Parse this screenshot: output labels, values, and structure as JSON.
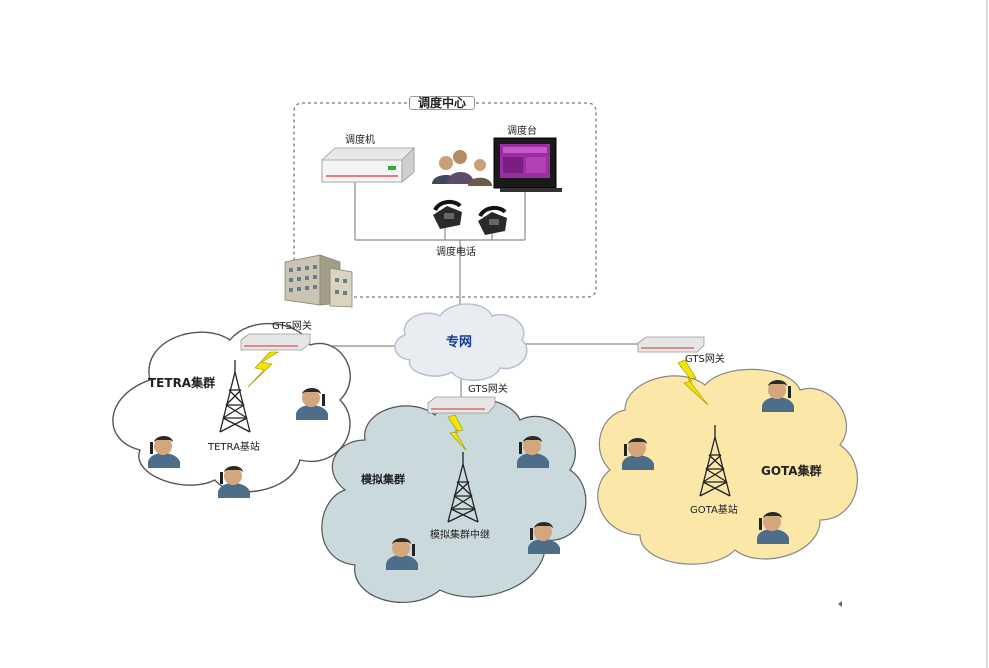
{
  "dispatch_center": {
    "title": "调度中心",
    "dispatcher_label": "调度机",
    "console_label": "调度台",
    "phone_label": "调度电话"
  },
  "network": {
    "private_net_label": "专网"
  },
  "gateways": {
    "left": "GTS网关",
    "middle": "GTS网关",
    "right": "GTS网关"
  },
  "clusters": {
    "tetra": {
      "name": "TETRA集群",
      "base_station": "TETRA基站"
    },
    "analog": {
      "name": "模拟集群",
      "base_station": "模拟集群中继"
    },
    "gota": {
      "name": "GOTA集群",
      "base_station": "GOTA基站"
    }
  },
  "colors": {
    "tetra_cloud": "#ffffff",
    "analog_cloud": "#c9d9dc",
    "gota_cloud": "#fbe7a8",
    "private_net_cloud": "#e9ecf1",
    "lightning": "#f2e600"
  }
}
